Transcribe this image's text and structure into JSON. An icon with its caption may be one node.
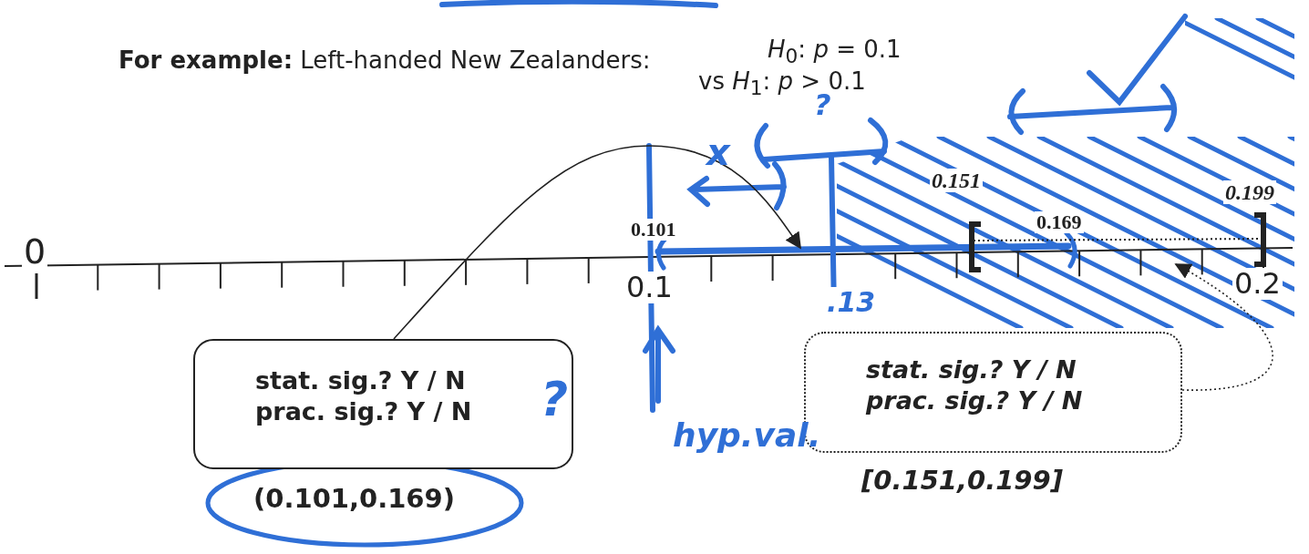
{
  "diagram": {
    "nodes": [
      {
        "text": [
          "stat. sig.? Y / N",
          "prac. sig.? Y / N"
        ],
        "beside": [
          "(0.101,0.169)"
        ]
      },
      {
        "text": [
          "stat. sig.? Y / N",
          "prac. sig.? Y / N"
        ],
        "beside": [
          "[0.151,0.199]"
        ]
      }
    ],
    "edges": [
      {
        "from": 0,
        "to": null,
        "arrow": "to"
      },
      {
        "from": 1,
        "to": null,
        "arrow": "to",
        "style": "dashed"
      }
    ],
    "labels": [
      "**For example:** Left-handed New Zealanders:",
      "*H*$_{0}$: *p* = 0.1",
      "vs *H*$_{1}$: *p* > 0.1",
      "?",
      "x",
      "0.151",
      "0.199",
      "0.101",
      "0.169",
      "0",
      "0.1",
      ".13",
      "0.2",
      "?",
      "hyp.val."
    ]
  }
}
